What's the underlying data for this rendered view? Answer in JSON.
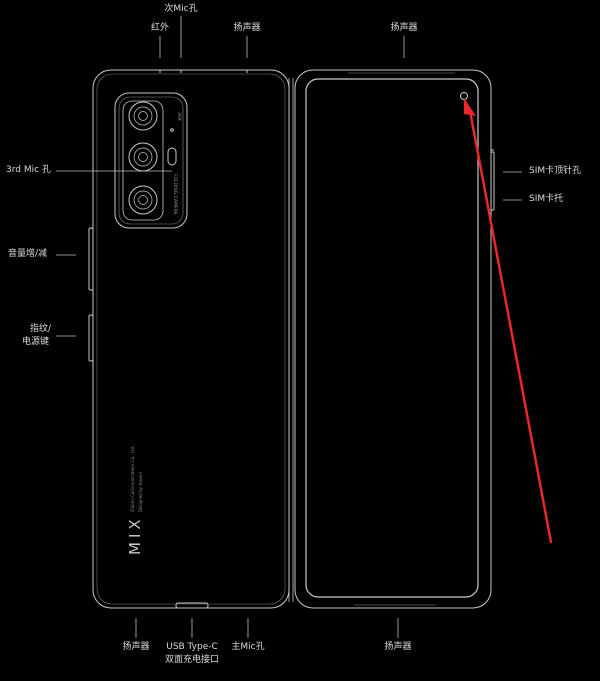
{
  "labels": {
    "top_ir": "红外",
    "top_secondary_mic": "次Mic孔",
    "top_speaker_left": "扬声器",
    "top_speaker_right": "扬声器",
    "left_third_mic": "3rd Mic 孔",
    "left_volume": "音量增/减",
    "left_power_line1": "指纹/",
    "left_power_line2": "电源键",
    "right_sim_pin": "SIM卡顶针孔",
    "right_sim_tray": "SIM卡托",
    "bottom_speaker_left": "扬声器",
    "bottom_usb_line1": "USB Type-C",
    "bottom_usb_line2": "双面充电接口",
    "bottom_main_mic": "主Mic孔",
    "bottom_speaker_right": "扬声器"
  },
  "device": {
    "brand": "MIX",
    "fine_print_1": "Xiaomi Communications Co., Ltd.",
    "fine_print_2": "Designed by Xiaomi",
    "zoom_badge": "30X",
    "lens_print": "FOLDING CAMERA"
  },
  "colors": {
    "background": "#000000",
    "outline": "#c9c9c9",
    "annotation_arrow": "#e8282b"
  }
}
